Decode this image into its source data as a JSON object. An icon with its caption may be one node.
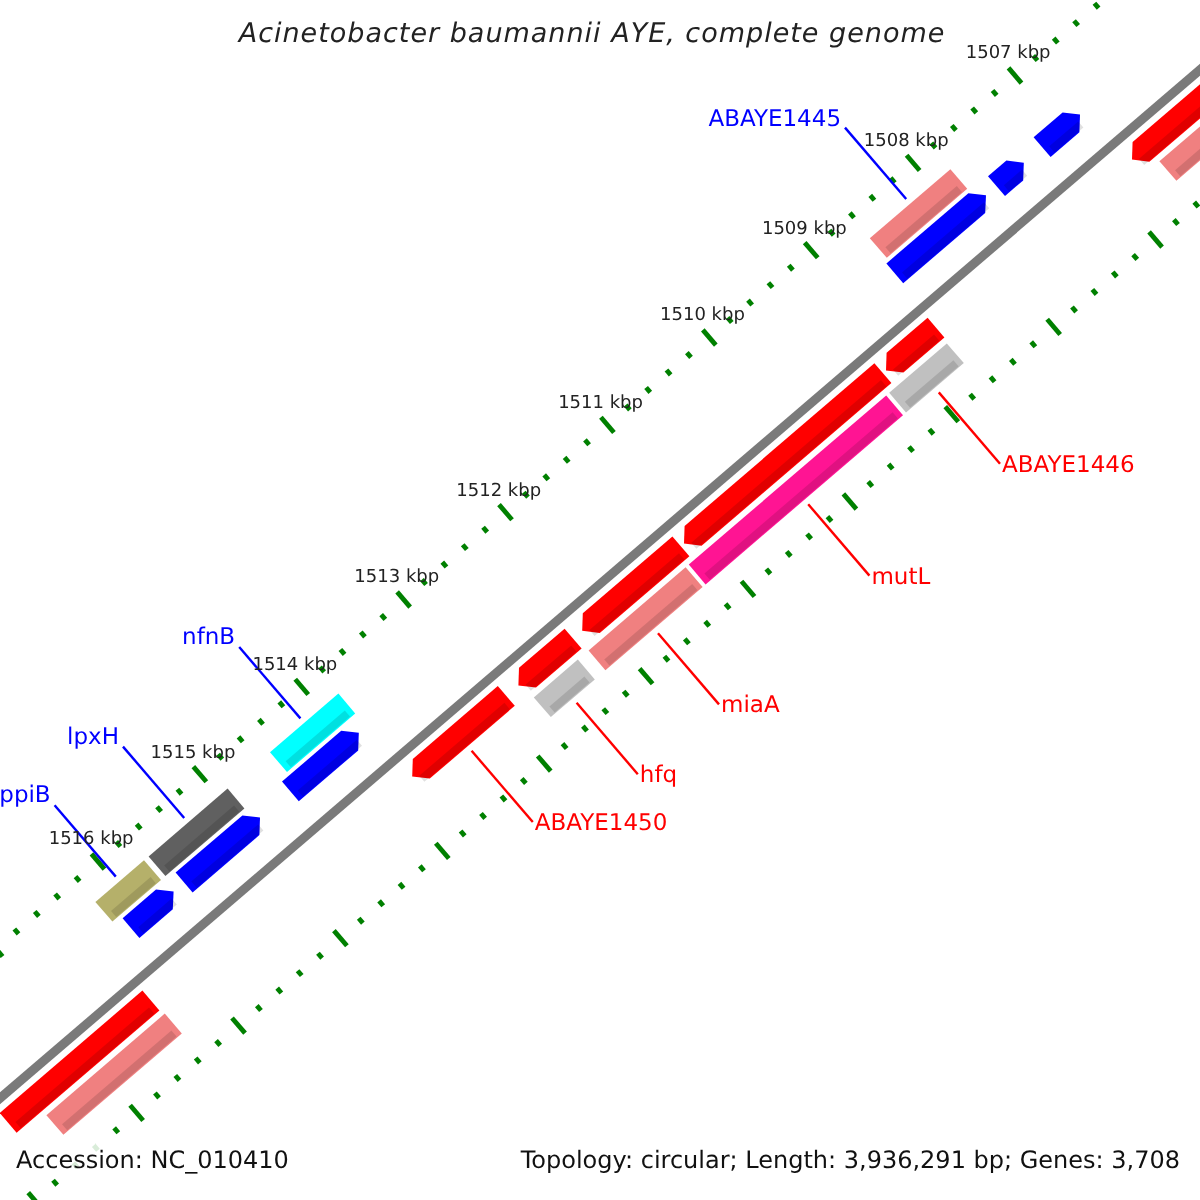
{
  "diagram": {
    "title": "Acinetobacter baumannii AYE, complete genome",
    "nodes": [
      {
        "text": [
          "ABAYE1445"
        ]
      },
      {
        "text": [
          "ABAYE1446"
        ]
      },
      {
        "text": [
          "mutL"
        ]
      },
      {
        "text": [
          "miaA"
        ]
      },
      {
        "text": [
          "hfq"
        ]
      },
      {
        "text": [
          "ABAYE1450"
        ]
      },
      {
        "text": [
          "nfnB"
        ]
      },
      {
        "text": [
          "lpxH"
        ]
      },
      {
        "text": [
          "ppiB"
        ]
      },
      {
        "text": [],
        "shape": "arrow"
      },
      {
        "text": [],
        "shape": "bar"
      },
      {
        "text": [],
        "shape": "arrow"
      },
      {
        "text": [],
        "shape": "arrow"
      },
      {
        "text": [],
        "shape": "bar"
      },
      {
        "text": [],
        "shape": "arrow"
      },
      {
        "text": [],
        "shape": "arrow"
      },
      {
        "text": [],
        "shape": "bar"
      },
      {
        "text": [],
        "shape": "arrow"
      },
      {
        "text": [],
        "shape": "bar"
      },
      {
        "text": [],
        "shape": "arrow"
      },
      {
        "text": [],
        "shape": "bar"
      },
      {
        "text": [],
        "shape": "arrow"
      },
      {
        "text": [],
        "shape": "bar"
      },
      {
        "text": [],
        "shape": "bar"
      },
      {
        "text": [],
        "shape": "arrow"
      },
      {
        "text": [],
        "shape": "arrow"
      },
      {
        "text": [],
        "shape": "bar"
      },
      {
        "text": [],
        "shape": "arrow"
      },
      {
        "text": [],
        "shape": "bar"
      },
      {
        "text": [],
        "shape": "arrow"
      },
      {
        "text": [],
        "shape": "bar"
      },
      {
        "text": [],
        "shape": "bar"
      }
    ],
    "edges": [
      {
        "from": 0,
        "to": 13,
        "arrow": "none",
        "color": "#0000ff"
      },
      {
        "from": 1,
        "to": 16,
        "arrow": "none"
      },
      {
        "from": 2,
        "to": 18,
        "arrow": "none"
      },
      {
        "from": 3,
        "to": 20,
        "arrow": "none"
      },
      {
        "from": 4,
        "to": 22,
        "arrow": "none"
      },
      {
        "from": 5,
        "to": 24,
        "arrow": "none"
      },
      {
        "from": 6,
        "to": 23,
        "arrow": "none",
        "color": "#0000ff"
      },
      {
        "from": 7,
        "to": 26,
        "arrow": "none",
        "color": "#0000ff"
      },
      {
        "from": 8,
        "to": 28,
        "arrow": "none",
        "color": "#0000ff"
      }
    ],
    "labels": [
      "1507 kbp",
      "1508 kbp",
      "1509 kbp",
      "1510 kbp",
      "1511 kbp",
      "1512 kbp",
      "1513 kbp",
      "1514 kbp",
      "1515 kbp",
      "1516 kbp",
      "Accession: NC_010410",
      "Topology: circular; Length: 3,936,291 bp; Genes: 3,708"
    ]
  }
}
